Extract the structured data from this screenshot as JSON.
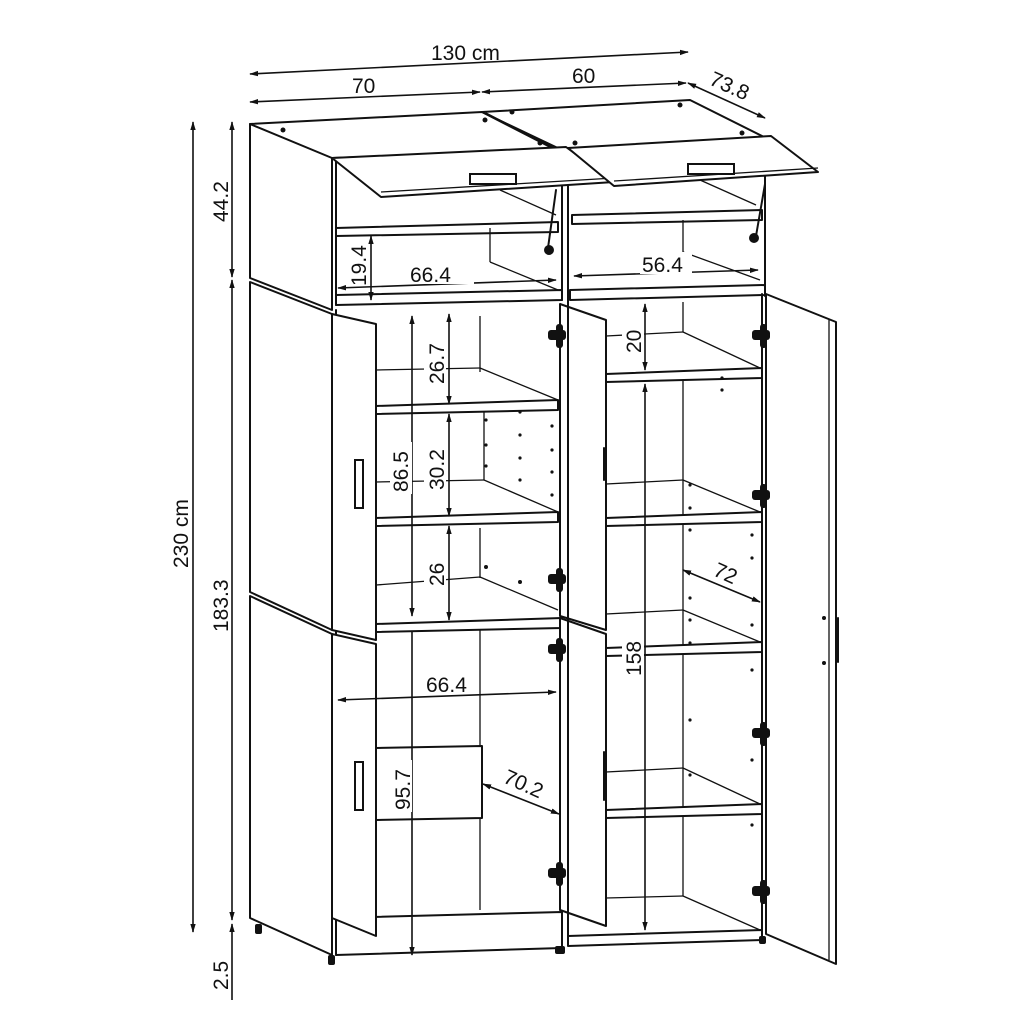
{
  "diagram": {
    "subject": "two-section wardrobe with top flap cabinets",
    "units": "cm",
    "line_color": "#111111",
    "background": "#ffffff"
  },
  "dimensions": {
    "overall_width": "130 cm",
    "left_section_width": "70",
    "right_section_width": "60",
    "overall_depth": "73.8",
    "overall_height": "230 cm",
    "top_cabinet_height": "44.2",
    "lower_body_height": "183.3",
    "leg_height": "2.5",
    "left_top_shelf_height": "19.4",
    "left_top_inner_width": "66.4",
    "right_top_inner_width": "56.4",
    "left_shelf_1_height": "26.7",
    "left_shelf_2_height": "30.2",
    "left_shelf_3_height": "26",
    "left_upper_section_height": "86.5",
    "left_lower_inner_width": "66.4",
    "left_lower_height": "95.7",
    "left_lower_depth": "70.2",
    "right_top_shelf_height": "20",
    "right_depth": "72",
    "right_hanging_height": "158"
  }
}
